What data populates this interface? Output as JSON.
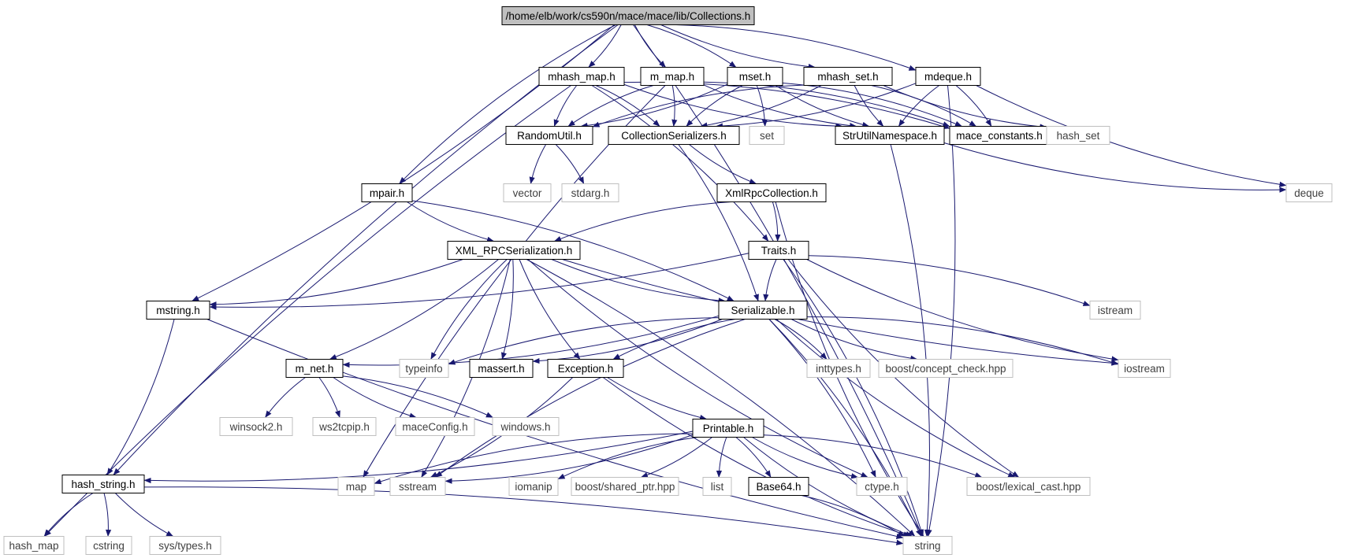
{
  "diagram": {
    "title": "/home/elb/work/cs590n/mace/mace/lib/Collections.h",
    "colors": {
      "edge": "#191970",
      "root_fill": "#bfbfbf",
      "internal_fill": "#ffffff",
      "internal_border": "#000000",
      "external_border": "#bfbfbf",
      "background": "#ffffff"
    },
    "nodes": [
      {
        "id": "collections",
        "label": "/home/elb/work/cs590n/mace/mace/lib/Collections.h",
        "kind": "root"
      },
      {
        "id": "mhash_map",
        "label": "mhash_map.h",
        "kind": "internal"
      },
      {
        "id": "m_map",
        "label": "m_map.h",
        "kind": "internal"
      },
      {
        "id": "mset",
        "label": "mset.h",
        "kind": "internal"
      },
      {
        "id": "mhash_set",
        "label": "mhash_set.h",
        "kind": "internal"
      },
      {
        "id": "mdeque",
        "label": "mdeque.h",
        "kind": "internal"
      },
      {
        "id": "randomutil",
        "label": "RandomUtil.h",
        "kind": "internal"
      },
      {
        "id": "collser",
        "label": "CollectionSerializers.h",
        "kind": "internal"
      },
      {
        "id": "set",
        "label": "set",
        "kind": "external"
      },
      {
        "id": "strutil",
        "label": "StrUtilNamespace.h",
        "kind": "internal"
      },
      {
        "id": "mace_constants",
        "label": "mace_constants.h",
        "kind": "internal"
      },
      {
        "id": "hash_set",
        "label": "hash_set",
        "kind": "external"
      },
      {
        "id": "vector",
        "label": "vector",
        "kind": "external"
      },
      {
        "id": "stdarg",
        "label": "stdarg.h",
        "kind": "external"
      },
      {
        "id": "mpair",
        "label": "mpair.h",
        "kind": "internal"
      },
      {
        "id": "xmlrpccoll",
        "label": "XmlRpcCollection.h",
        "kind": "internal"
      },
      {
        "id": "deque",
        "label": "deque",
        "kind": "external"
      },
      {
        "id": "xmlrpcser",
        "label": "XML_RPCSerialization.h",
        "kind": "internal"
      },
      {
        "id": "traits",
        "label": "Traits.h",
        "kind": "internal"
      },
      {
        "id": "mstring",
        "label": "mstring.h",
        "kind": "internal"
      },
      {
        "id": "serializable",
        "label": "Serializable.h",
        "kind": "internal"
      },
      {
        "id": "istream",
        "label": "istream",
        "kind": "external"
      },
      {
        "id": "m_net",
        "label": "m_net.h",
        "kind": "internal"
      },
      {
        "id": "typeinfo",
        "label": "typeinfo",
        "kind": "external"
      },
      {
        "id": "massert",
        "label": "massert.h",
        "kind": "internal"
      },
      {
        "id": "exception",
        "label": "Exception.h",
        "kind": "internal"
      },
      {
        "id": "inttypes",
        "label": "inttypes.h",
        "kind": "external"
      },
      {
        "id": "concept_check",
        "label": "boost/concept_check.hpp",
        "kind": "external"
      },
      {
        "id": "iostream",
        "label": "iostream",
        "kind": "external"
      },
      {
        "id": "winsock2",
        "label": "winsock2.h",
        "kind": "external"
      },
      {
        "id": "ws2tcpip",
        "label": "ws2tcpip.h",
        "kind": "external"
      },
      {
        "id": "maceconfig",
        "label": "maceConfig.h",
        "kind": "external"
      },
      {
        "id": "windows",
        "label": "windows.h",
        "kind": "external"
      },
      {
        "id": "printable",
        "label": "Printable.h",
        "kind": "internal"
      },
      {
        "id": "hash_string",
        "label": "hash_string.h",
        "kind": "internal"
      },
      {
        "id": "map",
        "label": "map",
        "kind": "external"
      },
      {
        "id": "sstream",
        "label": "sstream",
        "kind": "external"
      },
      {
        "id": "iomanip",
        "label": "iomanip",
        "kind": "external"
      },
      {
        "id": "shared_ptr",
        "label": "boost/shared_ptr.hpp",
        "kind": "external"
      },
      {
        "id": "list",
        "label": "list",
        "kind": "external"
      },
      {
        "id": "base64",
        "label": "Base64.h",
        "kind": "internal"
      },
      {
        "id": "ctype",
        "label": "ctype.h",
        "kind": "external"
      },
      {
        "id": "lexical_cast",
        "label": "boost/lexical_cast.hpp",
        "kind": "external"
      },
      {
        "id": "hash_map",
        "label": "hash_map",
        "kind": "external"
      },
      {
        "id": "cstring",
        "label": "cstring",
        "kind": "external"
      },
      {
        "id": "systypes",
        "label": "sys/types.h",
        "kind": "external"
      },
      {
        "id": "string",
        "label": "string",
        "kind": "external"
      }
    ],
    "edges": [
      [
        "collections",
        "mhash_map"
      ],
      [
        "collections",
        "m_map"
      ],
      [
        "collections",
        "mset"
      ],
      [
        "collections",
        "mhash_set"
      ],
      [
        "collections",
        "mdeque"
      ],
      [
        "collections",
        "mpair"
      ],
      [
        "collections",
        "mstring"
      ],
      [
        "collections",
        "hash_string"
      ],
      [
        "collections",
        "string"
      ],
      [
        "mhash_map",
        "randomutil"
      ],
      [
        "mhash_map",
        "collser"
      ],
      [
        "mhash_map",
        "strutil"
      ],
      [
        "mhash_map",
        "mace_constants"
      ],
      [
        "mhash_map",
        "hash_map"
      ],
      [
        "mhash_map",
        "traits"
      ],
      [
        "m_map",
        "randomutil"
      ],
      [
        "m_map",
        "collser"
      ],
      [
        "m_map",
        "strutil"
      ],
      [
        "m_map",
        "mace_constants"
      ],
      [
        "m_map",
        "map"
      ],
      [
        "mset",
        "randomutil"
      ],
      [
        "mset",
        "collser"
      ],
      [
        "mset",
        "set"
      ],
      [
        "mset",
        "strutil"
      ],
      [
        "mset",
        "mace_constants"
      ],
      [
        "mhash_set",
        "randomutil"
      ],
      [
        "mhash_set",
        "collser"
      ],
      [
        "mhash_set",
        "strutil"
      ],
      [
        "mhash_set",
        "mace_constants"
      ],
      [
        "mhash_set",
        "hash_set"
      ],
      [
        "mdeque",
        "collser"
      ],
      [
        "mdeque",
        "strutil"
      ],
      [
        "mdeque",
        "mace_constants"
      ],
      [
        "mdeque",
        "deque"
      ],
      [
        "mdeque",
        "string"
      ],
      [
        "randomutil",
        "vector"
      ],
      [
        "randomutil",
        "stdarg"
      ],
      [
        "collser",
        "xmlrpccoll"
      ],
      [
        "collser",
        "serializable"
      ],
      [
        "strutil",
        "deque"
      ],
      [
        "strutil",
        "string"
      ],
      [
        "mpair",
        "xmlrpcser"
      ],
      [
        "mpair",
        "serializable"
      ],
      [
        "xmlrpccoll",
        "xmlrpcser"
      ],
      [
        "xmlrpccoll",
        "traits"
      ],
      [
        "xmlrpccoll",
        "string"
      ],
      [
        "xmlrpcser",
        "mstring"
      ],
      [
        "xmlrpcser",
        "serializable"
      ],
      [
        "xmlrpcser",
        "m_net"
      ],
      [
        "xmlrpcser",
        "typeinfo"
      ],
      [
        "xmlrpcser",
        "massert"
      ],
      [
        "xmlrpcser",
        "exception"
      ],
      [
        "xmlrpcser",
        "sstream"
      ],
      [
        "xmlrpcser",
        "ctype"
      ],
      [
        "xmlrpcser",
        "string"
      ],
      [
        "xmlrpcser",
        "iostream"
      ],
      [
        "traits",
        "mstring"
      ],
      [
        "traits",
        "serializable"
      ],
      [
        "traits",
        "istream"
      ],
      [
        "traits",
        "iostream"
      ],
      [
        "traits",
        "string"
      ],
      [
        "traits",
        "lexical_cast"
      ],
      [
        "mstring",
        "hash_string"
      ],
      [
        "mstring",
        "string"
      ],
      [
        "serializable",
        "m_net"
      ],
      [
        "serializable",
        "typeinfo"
      ],
      [
        "serializable",
        "massert"
      ],
      [
        "serializable",
        "exception"
      ],
      [
        "serializable",
        "inttypes"
      ],
      [
        "serializable",
        "concept_check"
      ],
      [
        "serializable",
        "iostream"
      ],
      [
        "serializable",
        "sstream"
      ],
      [
        "serializable",
        "ctype"
      ],
      [
        "serializable",
        "lexical_cast"
      ],
      [
        "serializable",
        "string"
      ],
      [
        "m_net",
        "winsock2"
      ],
      [
        "m_net",
        "ws2tcpip"
      ],
      [
        "m_net",
        "maceconfig"
      ],
      [
        "m_net",
        "windows"
      ],
      [
        "exception",
        "printable"
      ],
      [
        "exception",
        "sstream"
      ],
      [
        "exception",
        "string"
      ],
      [
        "printable",
        "hash_string"
      ],
      [
        "printable",
        "map"
      ],
      [
        "printable",
        "sstream"
      ],
      [
        "printable",
        "iomanip"
      ],
      [
        "printable",
        "shared_ptr"
      ],
      [
        "printable",
        "list"
      ],
      [
        "printable",
        "base64"
      ],
      [
        "printable",
        "ctype"
      ],
      [
        "printable",
        "lexical_cast"
      ],
      [
        "printable",
        "string"
      ],
      [
        "base64",
        "string"
      ],
      [
        "hash_string",
        "hash_map"
      ],
      [
        "hash_string",
        "cstring"
      ],
      [
        "hash_string",
        "systypes"
      ],
      [
        "hash_string",
        "string"
      ]
    ]
  }
}
